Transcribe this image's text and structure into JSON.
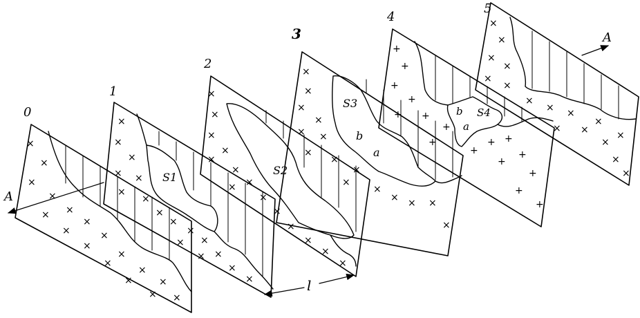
{
  "section_labels": [
    "0",
    "1",
    "2",
    "3",
    "4",
    "5"
  ],
  "areas": [
    "S1",
    "S2",
    "S3",
    "S4"
  ],
  "sub_labels": {
    "a": "a",
    "b": "b"
  },
  "axis": {
    "start_label": "A",
    "end_label": "A"
  },
  "spacing_label": "l",
  "pattern": {
    "mark": "×",
    "plus": "+"
  }
}
